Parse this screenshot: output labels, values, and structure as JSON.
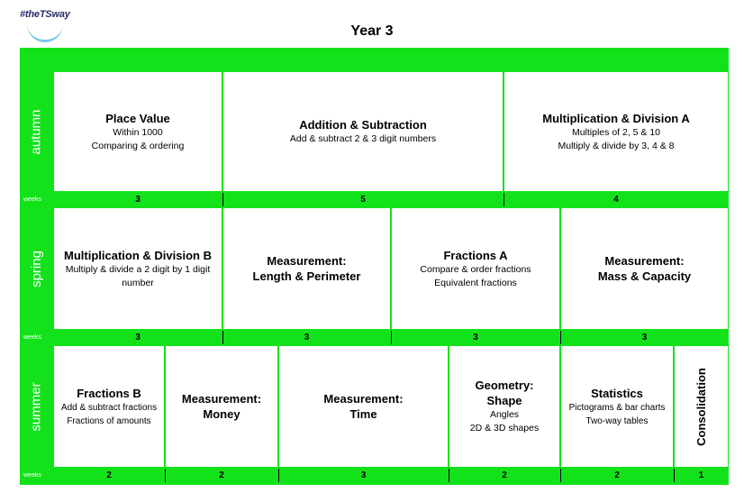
{
  "logo": "#theTSway",
  "title": "Year 3",
  "weeks_label": "weeks",
  "terms": {
    "autumn": {
      "label": "autumn",
      "units": [
        {
          "title": "Place Value",
          "lines": [
            "Within 1000",
            "Comparing & ordering"
          ],
          "weeks": "3"
        },
        {
          "title": "Addition & Subtraction",
          "lines": [
            "Add & subtract 2 & 3 digit numbers"
          ],
          "weeks": "5"
        },
        {
          "title": "Multiplication  & Division A",
          "lines": [
            "Multiples of 2, 5 & 10",
            "Multiply & divide by 3, 4 & 8"
          ],
          "weeks": "4"
        }
      ]
    },
    "spring": {
      "label": "spring",
      "units": [
        {
          "title": "Multiplication  & Division B",
          "lines": [
            "Multiply & divide a 2 digit by 1 digit number"
          ],
          "weeks": "3"
        },
        {
          "title_lines": [
            "Measurement:",
            "Length & Perimeter"
          ],
          "weeks": "3"
        },
        {
          "title": "Fractions A",
          "lines": [
            "Compare & order fractions",
            "Equivalent fractions"
          ],
          "weeks": "3"
        },
        {
          "title_lines": [
            "Measurement:",
            "Mass & Capacity"
          ],
          "weeks": "3"
        }
      ]
    },
    "summer": {
      "label": "summer",
      "units": [
        {
          "title": "Fractions B",
          "lines": [
            "Add & subtract fractions",
            "Fractions of amounts"
          ],
          "weeks": "2"
        },
        {
          "title_lines": [
            "Measurement:",
            "Money"
          ],
          "weeks": "2"
        },
        {
          "title_lines": [
            "Measurement:",
            "Time"
          ],
          "weeks": "3"
        },
        {
          "title_lines": [
            "Geometry:",
            "Shape"
          ],
          "lines": [
            "Angles",
            "2D & 3D shapes"
          ],
          "weeks": "2"
        },
        {
          "title": "Statistics",
          "lines": [
            "Pictograms & bar charts",
            "Two-way tables"
          ],
          "weeks": "2"
        },
        {
          "title": "Consolidation",
          "weeks": "1"
        }
      ]
    }
  }
}
